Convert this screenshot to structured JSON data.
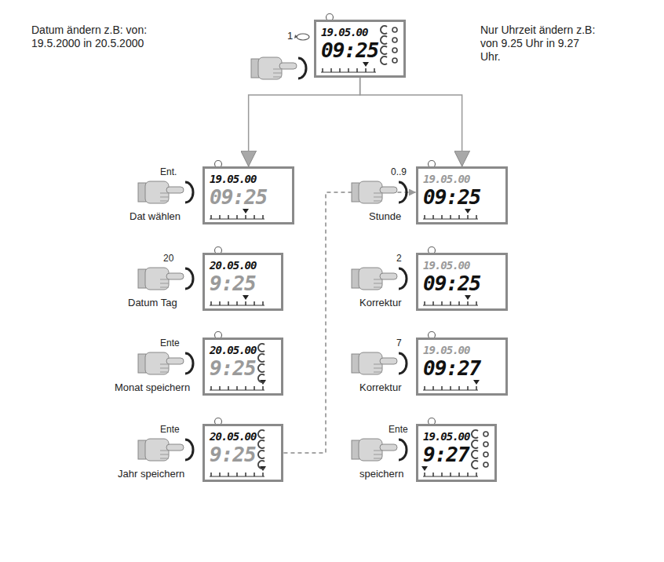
{
  "diagram": {
    "nodes": [
      {
        "text": [
          "19.05.00",
          "09:25"
        ]
      },
      {
        "text": [
          "19.05.00",
          "09:25"
        ]
      },
      {
        "text": [
          "20.05.00",
          "9:25"
        ]
      },
      {
        "text": [
          "20.05.00",
          "9:25"
        ]
      },
      {
        "text": [
          "20.05.00",
          "9:25"
        ]
      },
      {
        "text": [
          "19.05.00",
          "09:25"
        ]
      },
      {
        "text": [
          "19.05.00",
          "09:25"
        ]
      },
      {
        "text": [
          "19.05.00",
          "09:27"
        ]
      },
      {
        "text": [
          "19.05.00",
          "9:27"
        ]
      }
    ],
    "edges": [
      {
        "from": 0,
        "to": 1,
        "arrow": "to"
      },
      {
        "from": 0,
        "to": 5,
        "arrow": "to"
      },
      {
        "from": 4,
        "to": 5,
        "arrow": "to"
      }
    ],
    "labels": [
      "Datum ändern z.B: von: 19.5.2000 in 20.5.2000",
      "Nur Uhrzeit ändern z.B: von 9.25 Uhr in 9.27 Uhr.",
      "1",
      "Ent.",
      "Dat wählen",
      "20",
      "Datum Tag",
      "Ente",
      "Monat speichern",
      "Ente",
      "Jahr speichern",
      "0..9",
      "Stunde",
      "2",
      "Korrektur",
      "7",
      "Korrektur",
      "Ente",
      "speichern"
    ]
  }
}
